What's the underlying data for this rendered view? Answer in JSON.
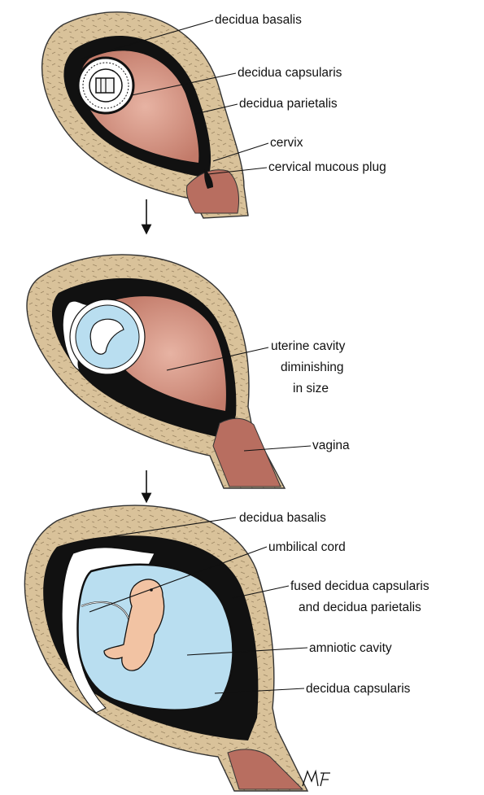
{
  "panels": [
    {
      "labels": {
        "decidua_basalis": "decidua basalis",
        "decidua_capsularis": "decidua capsularis",
        "decidua_parietalis": "decidua parietalis",
        "cervix": "cervix",
        "cervical_mucous_plug": "cervical mucous plug"
      }
    },
    {
      "labels": {
        "uterine_cavity_line1": "uterine cavity",
        "uterine_cavity_line2": "diminishing",
        "uterine_cavity_line3": "in size",
        "vagina": "vagina"
      }
    },
    {
      "labels": {
        "decidua_basalis": "decidua basalis",
        "umbilical_cord": "umbilical cord",
        "fused_line1": "fused decidua capsularis",
        "fused_line2": "and decidua parietalis",
        "amniotic_cavity": "amniotic cavity",
        "decidua_capsularis": "decidua capsularis"
      }
    }
  ],
  "signature": "MF",
  "colors": {
    "wall": "#d9c29a",
    "lining": "#111111",
    "cavity": "#c98474",
    "cavity_light": "#e7b3a3",
    "amnion": "#b9def0",
    "embryo": "#f2c3a3"
  }
}
